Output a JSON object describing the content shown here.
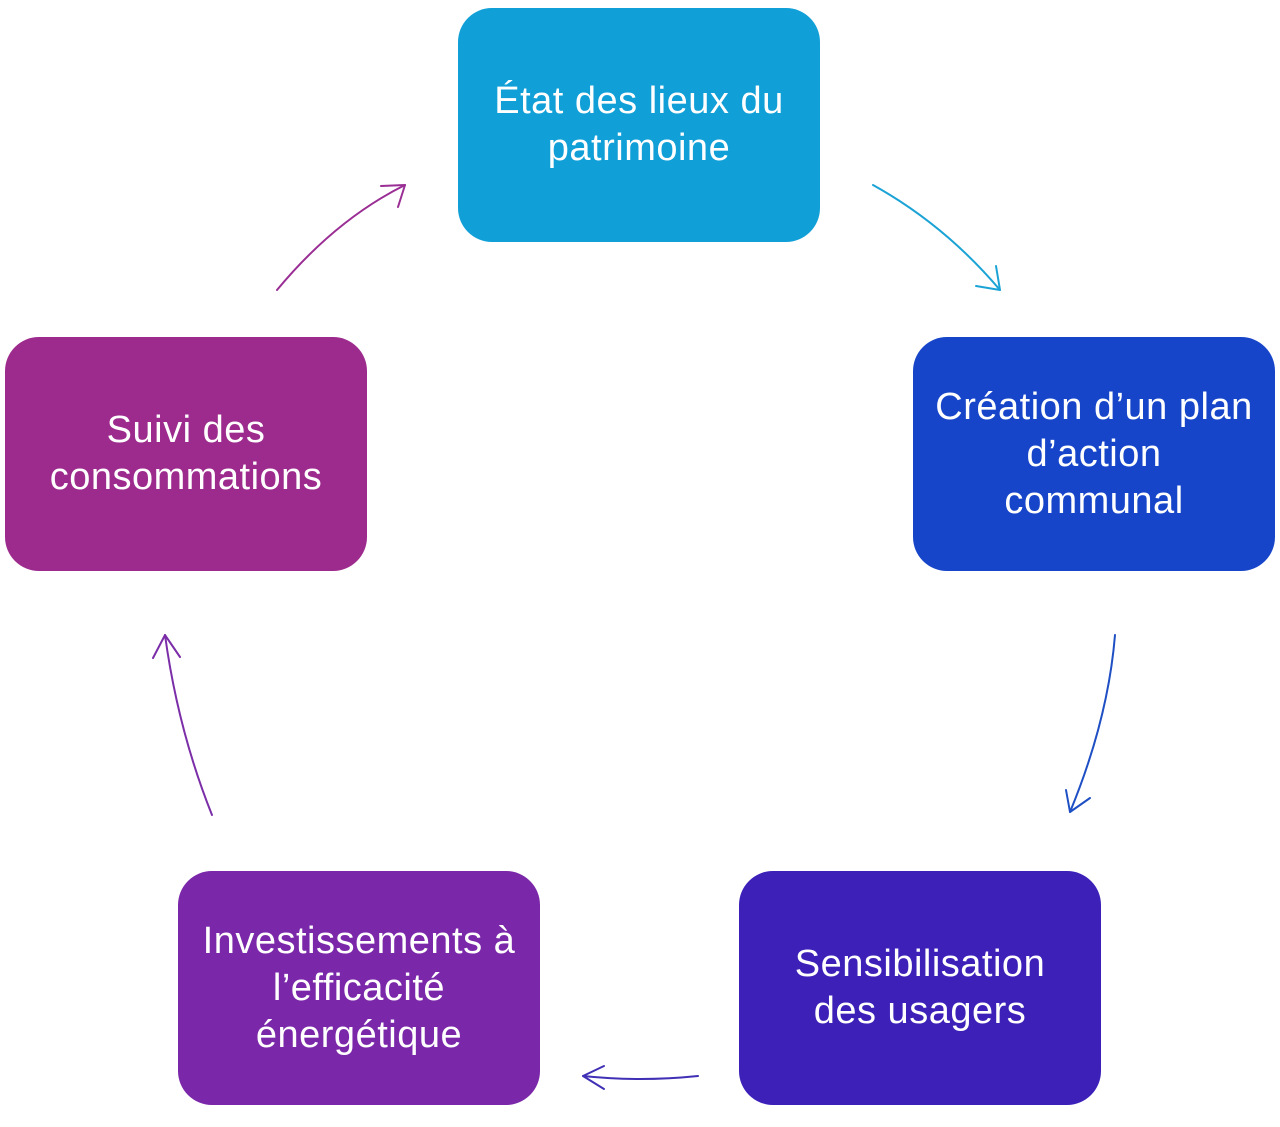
{
  "steps": [
    {
      "label": "État des lieux du patrimoine",
      "color": "#109FD7"
    },
    {
      "label": "Création d’un plan d’action communal",
      "color": "#1645C9"
    },
    {
      "label": "Sensibilisation des usagers",
      "color": "#3C20B8"
    },
    {
      "label": "Investissements à l’efficacité énergétique",
      "color": "#7A27A9"
    },
    {
      "label": "Suivi des consommations",
      "color": "#9D2B8D"
    }
  ],
  "arrow_colors": [
    "#1BA3D6",
    "#1F4FC4",
    "#4030B5",
    "#7B2EA8",
    "#9A2E95"
  ]
}
